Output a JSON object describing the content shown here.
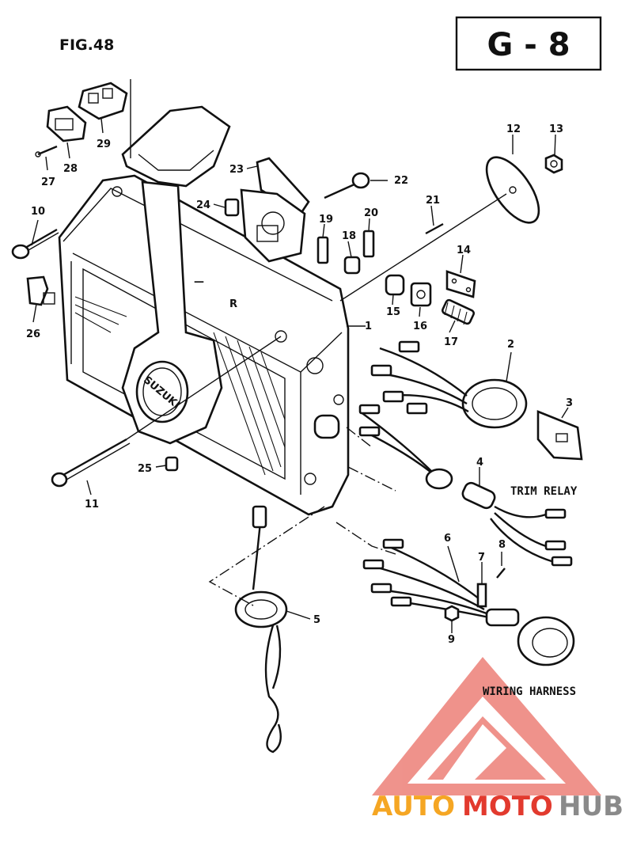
{
  "header": {
    "figure_label": "FIG.48",
    "code_label": "G - 8"
  },
  "part_numbers": {
    "p1": "1",
    "p2": "2",
    "p3": "3",
    "p4": "4",
    "p5": "5",
    "p6": "6",
    "p7": "7",
    "p8": "8",
    "p9": "9",
    "p10": "10",
    "p11": "11",
    "p12": "12",
    "p13": "13",
    "p14": "14",
    "p15": "15",
    "p16": "16",
    "p17": "17",
    "p18": "18",
    "p19": "19",
    "p20": "20",
    "p21": "21",
    "p22": "22",
    "p23": "23",
    "p24": "24",
    "p25": "25",
    "p26": "26",
    "p27": "27",
    "p28": "28",
    "p29": "29"
  },
  "labels": {
    "trim_relay": "TRIM RELAY",
    "wiring_harness": "WIRING HARNESS",
    "brand_on_handle": "SUZUKI",
    "shift_marks": "R"
  },
  "watermark": {
    "part1": "AUTO",
    "part2": "MOTO",
    "part3": "HUB",
    "color_red": "#e23a2e",
    "color_orange": "#f5a623",
    "color_gray": "#8a8a8a"
  }
}
